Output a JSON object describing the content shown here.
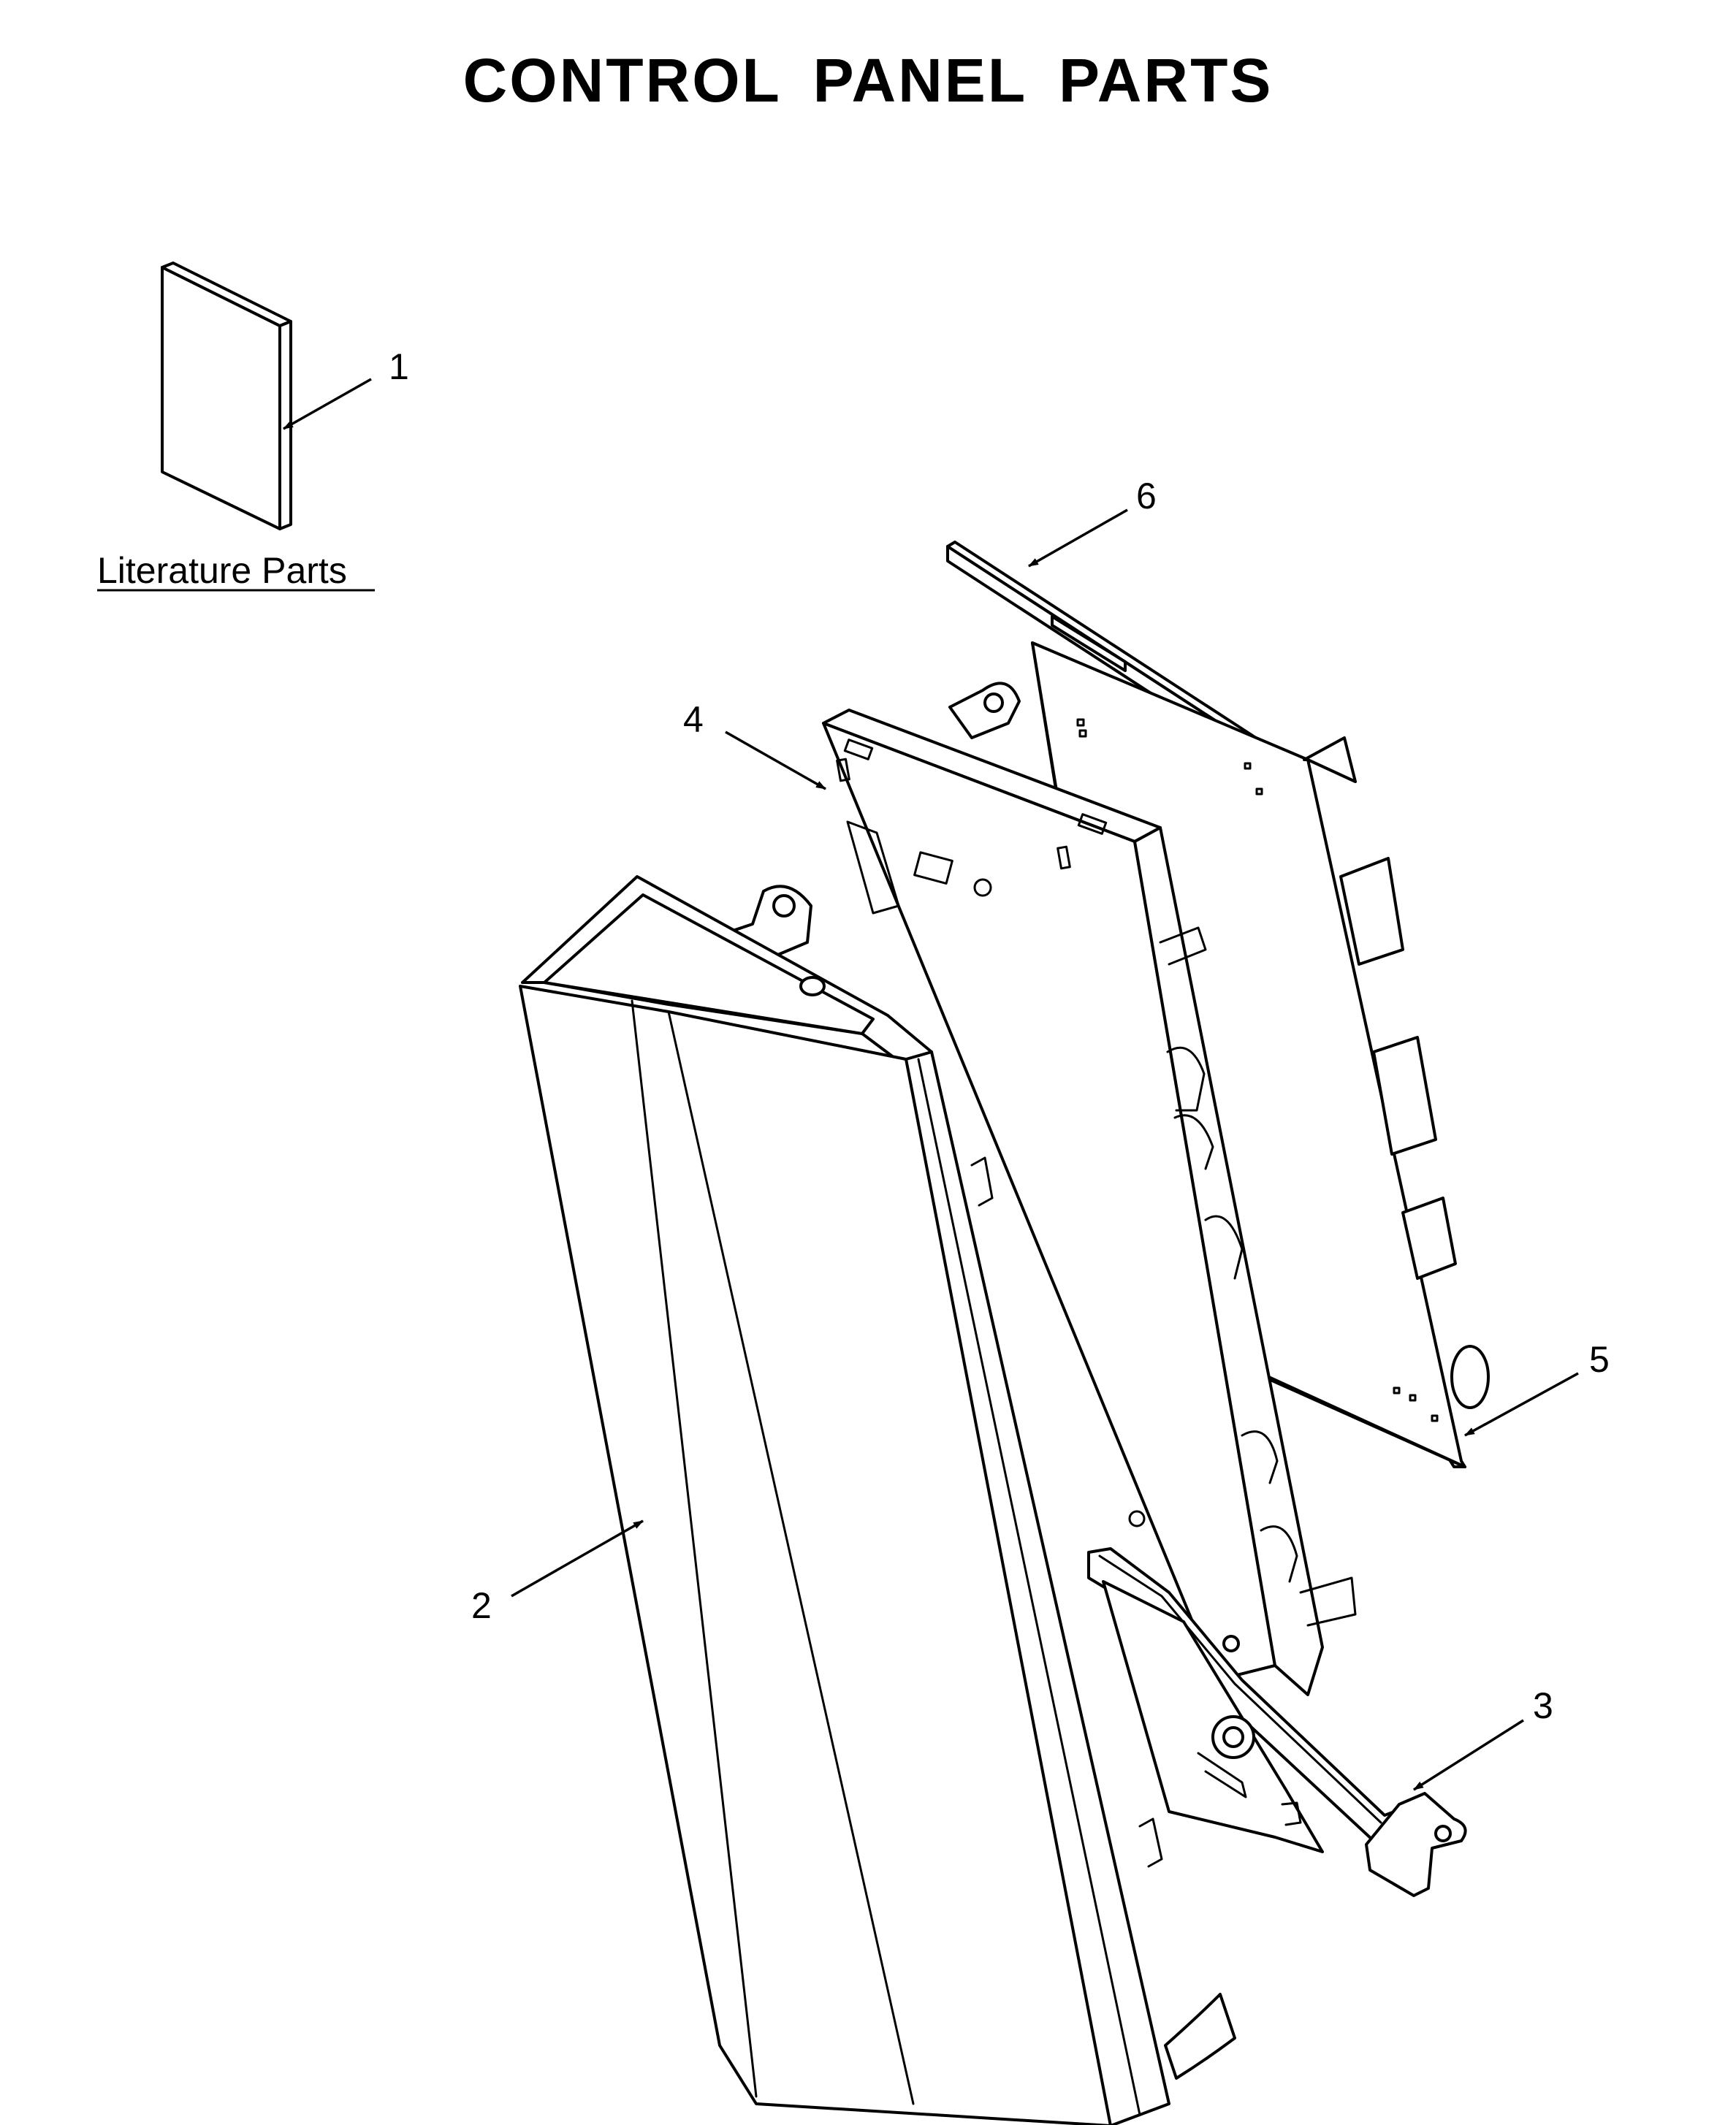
{
  "title": "CONTROL PANEL PARTS",
  "section_label": "Literature Parts",
  "callouts": [
    {
      "id": "1",
      "label": "1"
    },
    {
      "id": "2",
      "label": "2"
    },
    {
      "id": "3",
      "label": "3"
    },
    {
      "id": "4",
      "label": "4"
    },
    {
      "id": "5",
      "label": "5"
    },
    {
      "id": "6",
      "label": "6"
    }
  ]
}
